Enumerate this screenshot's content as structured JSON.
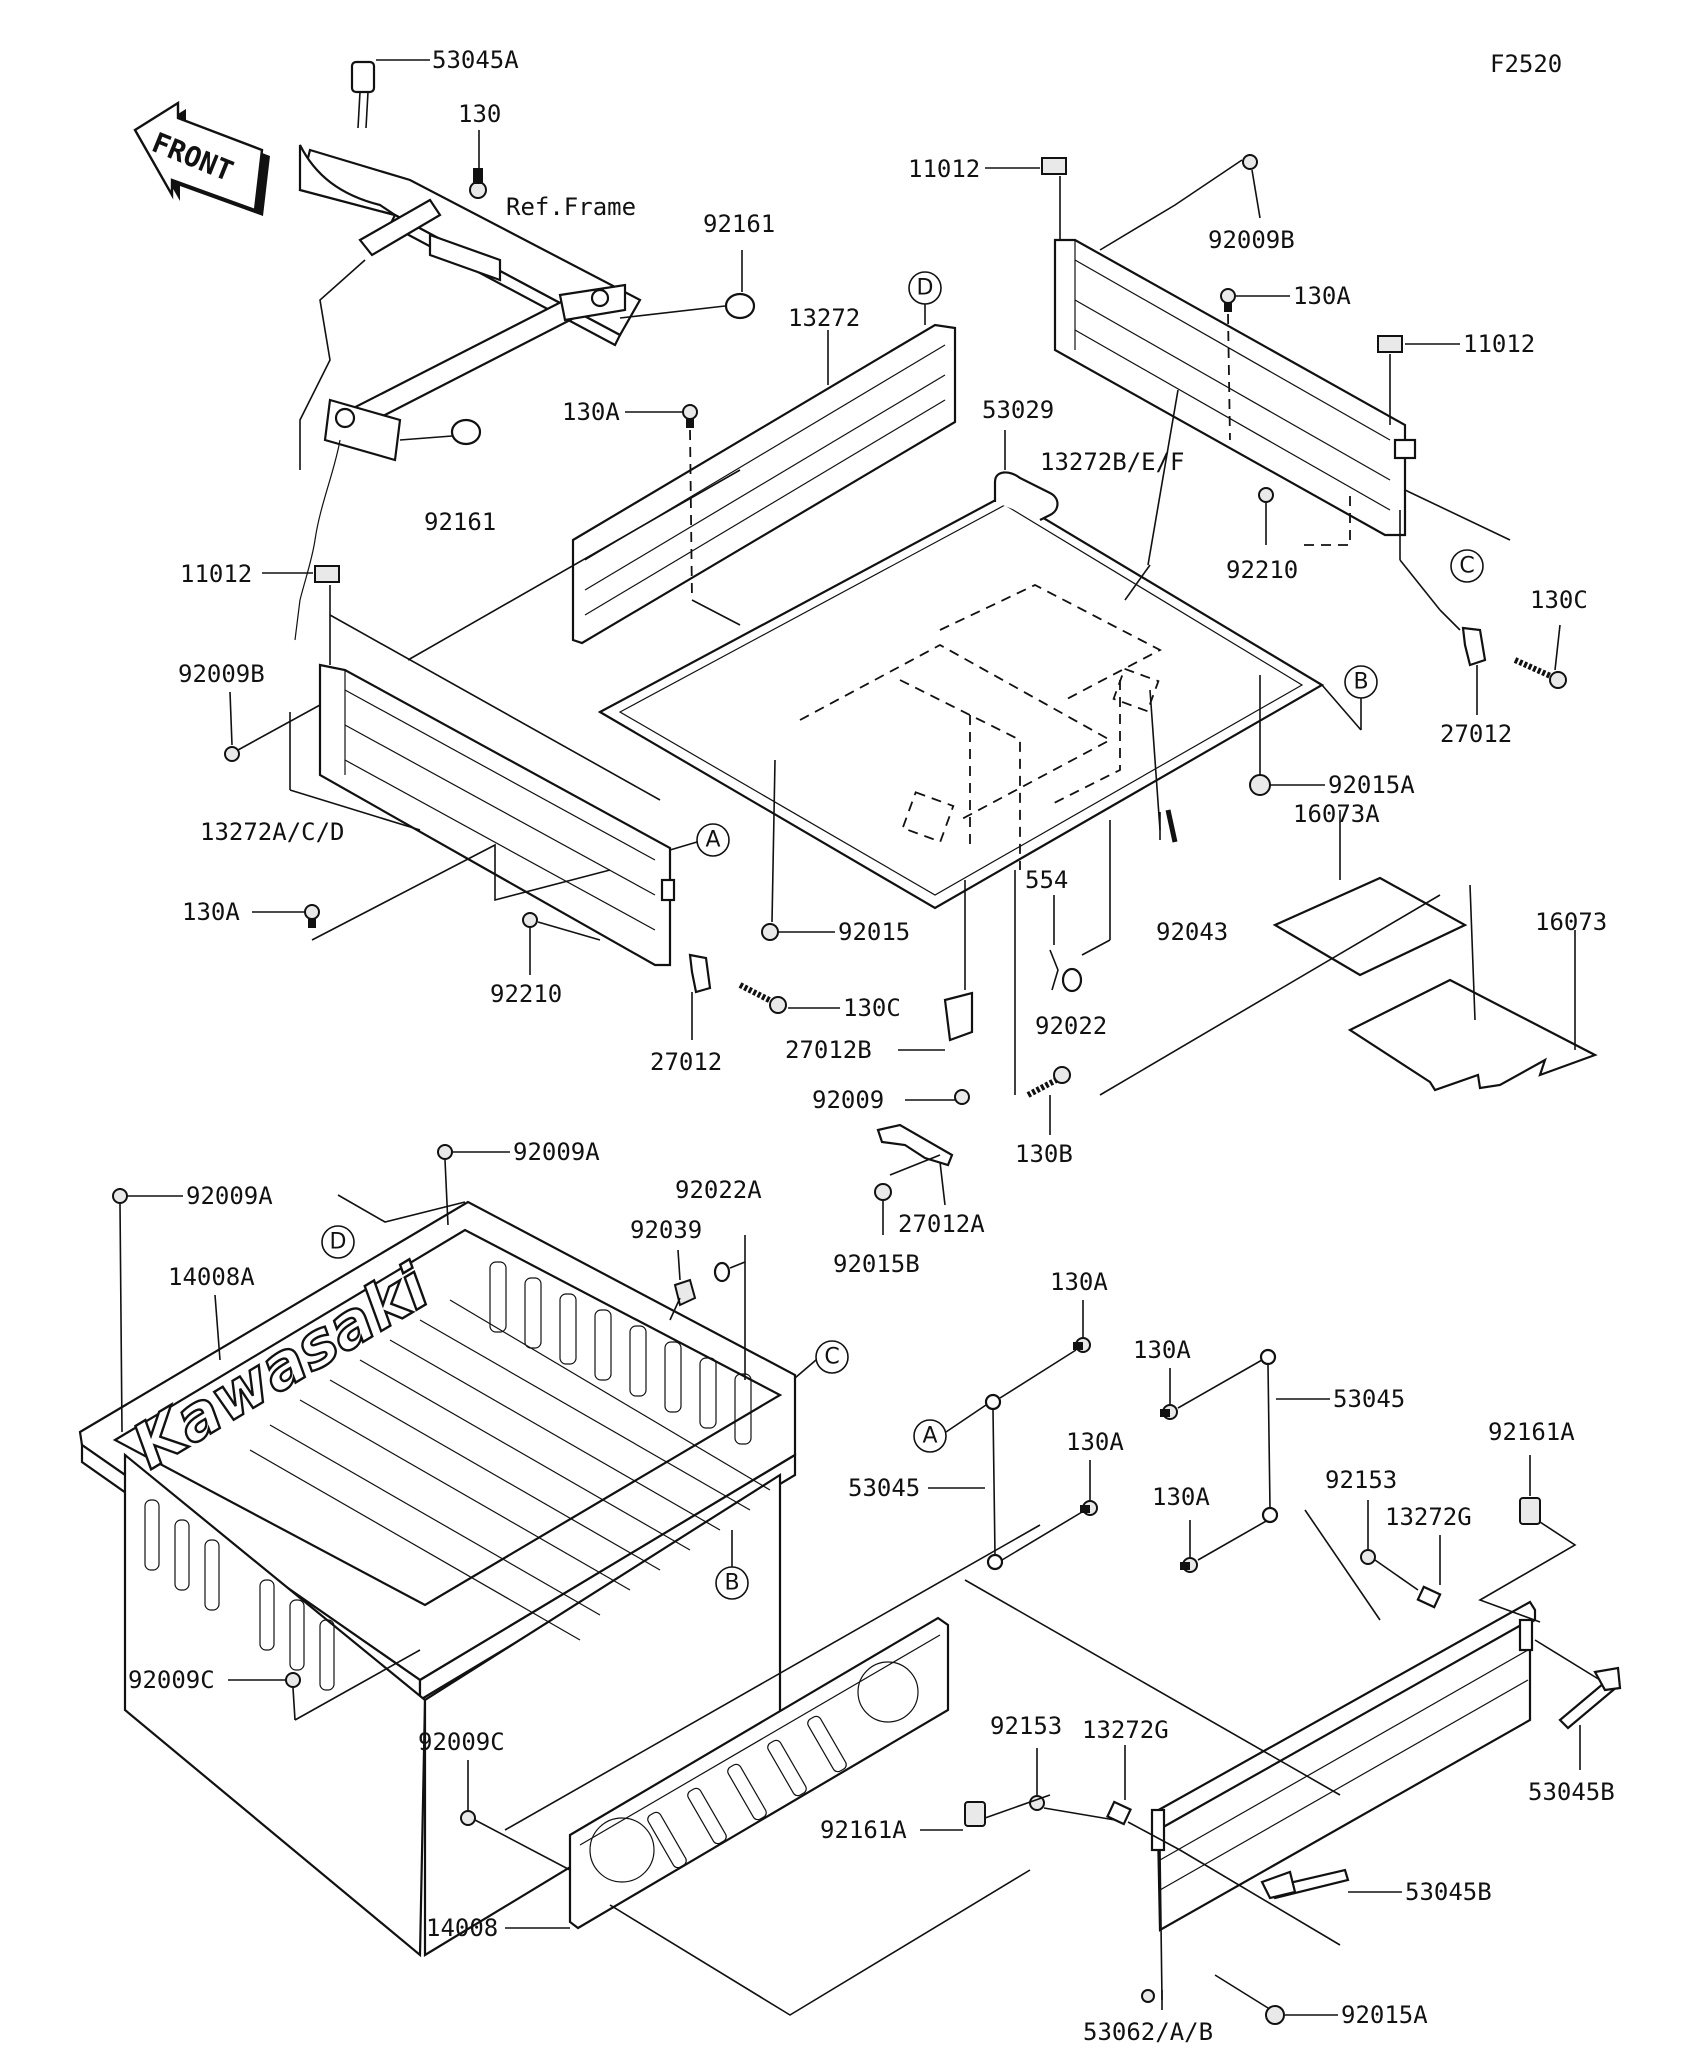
{
  "figure_code": "F2520",
  "front_label": "FRONT",
  "brand_text": "Kawasaki",
  "ref_frame": "Ref.Frame",
  "ref_letters": {
    "a": "A",
    "b": "B",
    "c": "C",
    "d": "D"
  },
  "parts": {
    "p53045A": "53045A",
    "p130": "130",
    "p92161": "92161",
    "p92161b": "92161",
    "p11012a": "11012",
    "p11012b": "11012",
    "p11012c": "11012",
    "p92009B_a": "92009B",
    "p92009B_b": "92009B",
    "p130A_a": "130A",
    "p130A_b": "130A",
    "p130A_c": "130A",
    "p130A_d": "130A",
    "p130A_e": "130A",
    "p130A_f": "130A",
    "p130A_g": "130A",
    "p13272": "13272",
    "p53029": "53029",
    "p13272BEF": "13272B/E/F",
    "p92210a": "92210",
    "p92210b": "92210",
    "p130Ca": "130C",
    "p130Cb": "130C",
    "p27012a": "27012",
    "p27012b": "27012",
    "p92015A_a": "92015A",
    "p92015A_b": "92015A",
    "p16073A": "16073A",
    "p16073": "16073",
    "p13272ACD": "13272A/C/D",
    "p92015": "92015",
    "p554": "554",
    "p92043": "92043",
    "p92022": "92022",
    "p27012B": "27012B",
    "p92009": "92009",
    "p130B": "130B",
    "p27012A": "27012A",
    "p92015B": "92015B",
    "p92009A_a": "92009A",
    "p92009A_b": "92009A",
    "p92022A": "92022A",
    "p92039": "92039",
    "p14008A": "14008A",
    "p53045a": "53045",
    "p53045b": "53045",
    "p92161A_a": "92161A",
    "p92161A_b": "92161A",
    "p92153a": "92153",
    "p92153b": "92153",
    "p13272Ga": "13272G",
    "p13272Gb": "13272G",
    "p92009Ca": "92009C",
    "p92009Cb": "92009C",
    "p53045Ba": "53045B",
    "p53045Bb": "53045B",
    "p14008": "14008",
    "p53062AB": "53062/A/B"
  }
}
